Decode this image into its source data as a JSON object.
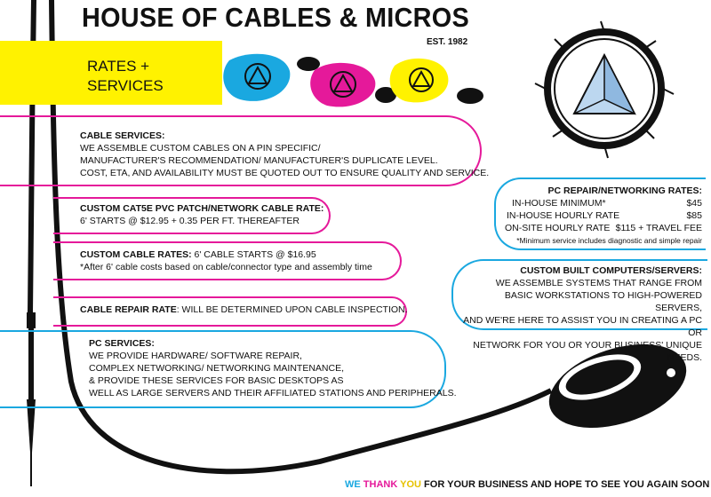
{
  "header": {
    "title": "HOUSE OF CABLES & MICROS",
    "established": "EST. 1982",
    "section_label_line1": "RATES +",
    "section_label_line2": "SERVICES"
  },
  "colors": {
    "cyan": "#1aa8e0",
    "magenta": "#e5199a",
    "yellow": "#fff200",
    "black": "#111111"
  },
  "cable_services": {
    "heading": "CABLE SERVICES:",
    "line1": "WE ASSEMBLE CUSTOM CABLES ON A PIN SPECIFIC/",
    "line2": "MANUFACTURER'S RECOMMENDATION/ MANUFACTURER'S DUPLICATE LEVEL.",
    "line3": "COST, ETA, AND AVAILABILITY MUST BE QUOTED OUT TO ENSURE QUALITY AND SERVICE."
  },
  "cat5e": {
    "heading": "CUSTOM CAT5E PVC PATCH/NETWORK CABLE RATE:",
    "line1": "6' STARTS @ $12.95 + 0.35 PER FT. THEREAFTER"
  },
  "custom_cable": {
    "heading": "CUSTOM CABLE RATES:",
    "inline": " 6' CABLE STARTS @ $16.95",
    "note": "*After 6' cable costs based on cable/connector type and assembly time"
  },
  "cable_repair": {
    "heading": "CABLE REPAIR RATE",
    "text": ": WILL BE DETERMINED UPON CABLE INSPECTION."
  },
  "pc_services": {
    "heading": "PC SERVICES:",
    "line1": "WE PROVIDE HARDWARE/ SOFTWARE REPAIR,",
    "line2": "COMPLEX NETWORKING/ NETWORKING MAINTENANCE,",
    "line3": "& PROVIDE THESE SERVICES FOR BASIC DESKTOPS AS",
    "line4": "WELL AS LARGE SERVERS AND THEIR AFFILIATED STATIONS AND PERIPHERALS."
  },
  "pc_repair": {
    "heading": "PC REPAIR/NETWORKING RATES:",
    "rows": [
      {
        "label": "IN-HOUSE MINIMUM*",
        "value": "$45"
      },
      {
        "label": "IN-HOUSE HOURLY RATE",
        "value": "$85"
      },
      {
        "label": "ON-SITE HOURLY RATE",
        "value": "$115 + TRAVEL FEE"
      }
    ],
    "note": "*Minimum service includes diagnostic and simple repair"
  },
  "custom_computers": {
    "heading": "CUSTOM BUILT COMPUTERS/SERVERS:",
    "line1": "WE ASSEMBLE SYSTEMS THAT RANGE FROM",
    "line2": "BASIC WORKSTATIONS TO HIGH-POWERED SERVERS,",
    "line3": "AND WE'RE HERE TO ASSIST YOU IN CREATING A PC OR",
    "line4": "NETWORK FOR YOU OR YOUR BUSINESS' UNIQUE NEEDS."
  },
  "footer": {
    "we": "WE ",
    "thank": "THANK ",
    "you": "YOU ",
    "rest": "FOR YOUR BUSINESS AND HOPE TO SEE YOU AGAIN SOON"
  },
  "icons": {
    "logo": "triangle-in-circuit-ring-icon",
    "cable": "cable-plug-icon",
    "mouse": "computer-mouse-icon"
  }
}
